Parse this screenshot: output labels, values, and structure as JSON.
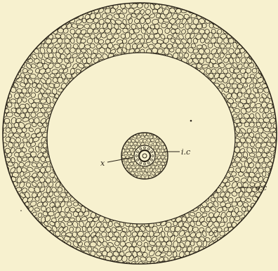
{
  "colors": {
    "paper": "#f7f1cf",
    "ink": "#2a2419"
  },
  "labels": {
    "xylem": "x",
    "inner_cortex": "i.c",
    "outer_cortex": "o.c"
  }
}
